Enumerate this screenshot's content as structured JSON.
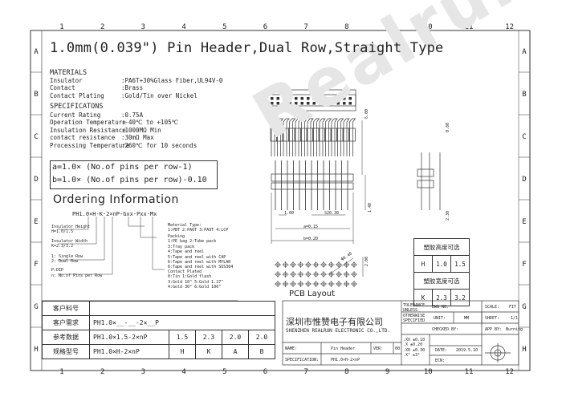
{
  "sheet": {
    "title": "1.0mm(0.039\") Pin Header,Dual Row,Straight Type",
    "columns": [
      "1",
      "2",
      "3",
      "4",
      "5",
      "6",
      "7",
      "8",
      "9",
      "10",
      "11",
      "12"
    ],
    "rows": [
      "A",
      "B",
      "C",
      "D",
      "E",
      "F",
      "G",
      "H"
    ],
    "watermark": "Realrun"
  },
  "materials": {
    "heading": "MATERIALS",
    "items": [
      {
        "label": "Insulator",
        "value": ":PA6T+30%Glass Fiber,UL94V-0"
      },
      {
        "label": "Contact",
        "value": ":Brass"
      },
      {
        "label": "Contact Plating",
        "value": ":Gold/Tin over Nickel"
      }
    ]
  },
  "specs": {
    "heading": "SPECIFICATONS",
    "items": [
      {
        "label": "Current Rating",
        "value": ":0.75A"
      },
      {
        "label": "Operation Temperature",
        "value": ":-40℃ to +105℃"
      },
      {
        "label": "Insulation Resistance",
        "value": ":1000MΩ Min"
      },
      {
        "label": "contact resistance",
        "value": ":30mΩ Max"
      },
      {
        "label": "Processing Temperature",
        "value": ":260℃ for 10 seconds"
      }
    ]
  },
  "formula": {
    "line_a": "a=1.0× (No.of pins per row-1)",
    "line_b": "b=1.0× (No.of pins per row)-0.10"
  },
  "ordering": {
    "heading": "Ordering Information",
    "part_code": "PH1.0×H-K-2×nP-Gxx-Pxx-Mx",
    "left_notes": [
      "Insulator Height",
      "H=1.0/1.5",
      "Insulator Width",
      "K=2.3/3.2",
      "1:  Single Row",
      "2:  Dual Row",
      "P:DIP",
      "n:  No.of Pins per Row"
    ],
    "material_type": [
      "Material Type:",
      "1:PBT 2:PA6T 3:PA9T 4:LCP"
    ],
    "packing": [
      "Packing",
      "1:PE bag    2:Tube pack",
      "3:Tray pack",
      "4:Tape and reel",
      "5:Tape and reel with CAP",
      "6:Tape and reel with MYLAR",
      "6:Tape and reel with SUS304"
    ],
    "plating": [
      "Contact Plated",
      "0:Tin     1:Gold flash",
      "3:Gold 10\"   5:Gold 1.27\"",
      "4:Gold 30\"   6:Gold 100\""
    ]
  },
  "drawing": {
    "dims": {
      "pitch": "1.00",
      "s": "S20.30",
      "a": "a=0.15",
      "b": "b=0.20",
      "h1": "6.00",
      "h2": "1.40",
      "h3": "0.80",
      "h4": "2.30",
      "pcb1": "2.00",
      "pcb2": "Φ0.40"
    },
    "pcb_label": "PCB Layout"
  },
  "spec_table": {
    "title": "塑胶高度可选",
    "row1": [
      "H",
      "1.0",
      "1.5"
    ],
    "title2": "塑胶宽度可选",
    "row2": [
      "K",
      "2.3",
      "3.2"
    ]
  },
  "bom": {
    "rows": [
      [
        "客户料号",
        "",
        "",
        "",
        "",
        ""
      ],
      [
        "客户需求",
        "PH1.0×__-__-2×__P",
        "",
        "",
        "",
        ""
      ],
      [
        "参考数据",
        "PH1.0×1.5-2×nP",
        "1.5",
        "2.3",
        "2.0",
        "2.0"
      ],
      [
        "规格型号",
        "PH1.0×H-2×nP",
        "H",
        "K",
        "A",
        "B"
      ]
    ]
  },
  "titleblock": {
    "company_cn": "深圳市惟赞电子有限公司",
    "company_en": "SHENZHEN REALRUN ELECTRONIC CO.,LTD.",
    "tolerance": [
      "TOLERANCE",
      "UNLESS",
      "OTHERWISE",
      "SPECIFIED"
    ],
    "tol_values": [
      ".XX  ±0.10",
      ".X   ±0.20",
      ".X0  ±0.30",
      ".X°  ±3°"
    ],
    "dwg_no": "DWG NO:",
    "scale": "SCALE:",
    "scale_val": "FIT",
    "unit": "UNIT:",
    "unit_val": "MM",
    "sheet": "SHEET:",
    "sheet_val": "1/1",
    "checked": "CHECKED BY:",
    "approved": "APP BY:",
    "approved_val": "Burning",
    "name_label": "NAME:",
    "name_val": "Pin Header",
    "ver_label": "VER:",
    "ver_val": "00",
    "date_label": "DATE:",
    "date_val": "2019.5.10",
    "spec_label": "SPECIFICATION:",
    "spec_val": "PH1.0×H-2×nP",
    "ecn_label": "ECN:"
  }
}
